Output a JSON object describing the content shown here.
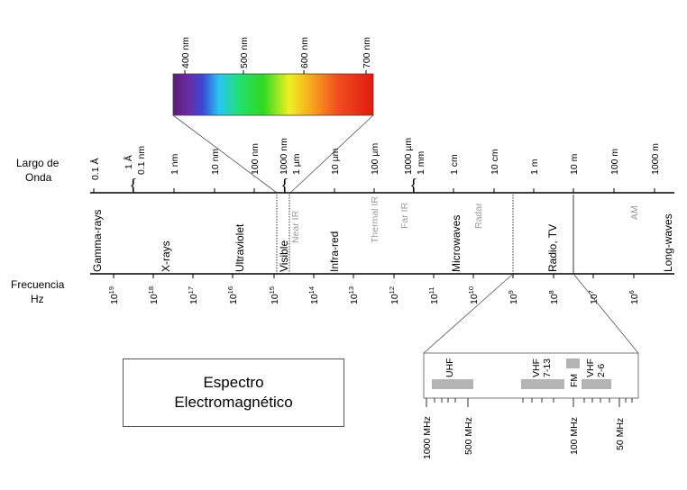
{
  "axis_labels": {
    "wavelength": [
      "Largo de",
      "Onda"
    ],
    "frequency": [
      "Frecuencia",
      "Hz"
    ]
  },
  "visible_scale": [
    "400 nm",
    "500 nm",
    "600 nm",
    "700 nm"
  ],
  "wavelength_ticks": [
    "0.1 Å",
    "1 Å",
    "0.1 nm",
    "1 nm",
    "10 nm",
    "100 nm",
    "1000 nm",
    "1 µm",
    "10 µm",
    "100 µm",
    "1000 µm",
    "1 mm",
    "1 cm",
    "10 cm",
    "1 m",
    "10 m",
    "100 m",
    "1000 m"
  ],
  "bands": [
    "Gamma-rays",
    "X-rays",
    "Ultraviolet",
    "Visible",
    "Near IR",
    "Infra-red",
    "Thermal IR",
    "Far IR",
    "Microwaves",
    "Radar",
    "Radio, TV",
    "AM",
    "Long-waves"
  ],
  "frequency_ticks": [
    {
      "base": "10",
      "exp": "19"
    },
    {
      "base": "10",
      "exp": "18"
    },
    {
      "base": "10",
      "exp": "17"
    },
    {
      "base": "10",
      "exp": "16"
    },
    {
      "base": "10",
      "exp": "15"
    },
    {
      "base": "10",
      "exp": "14"
    },
    {
      "base": "10",
      "exp": "13"
    },
    {
      "base": "10",
      "exp": "12"
    },
    {
      "base": "10",
      "exp": "11"
    },
    {
      "base": "10",
      "exp": "10"
    },
    {
      "base": "10",
      "exp": "9"
    },
    {
      "base": "10",
      "exp": "8"
    },
    {
      "base": "10",
      "exp": "7"
    },
    {
      "base": "10",
      "exp": "6"
    }
  ],
  "radio_inset": {
    "bands": [
      "UHF",
      "VHF",
      "7-13",
      "FM",
      "VHF",
      "2-6"
    ],
    "scale": [
      "1000 MHz",
      "500 MHz",
      "100 MHz",
      "50 MHz"
    ]
  },
  "title": [
    "Espectro",
    "Electromagnético"
  ],
  "colors": {
    "band_bar": "#b4b4b4",
    "faint_label": "#9a9a9a"
  }
}
